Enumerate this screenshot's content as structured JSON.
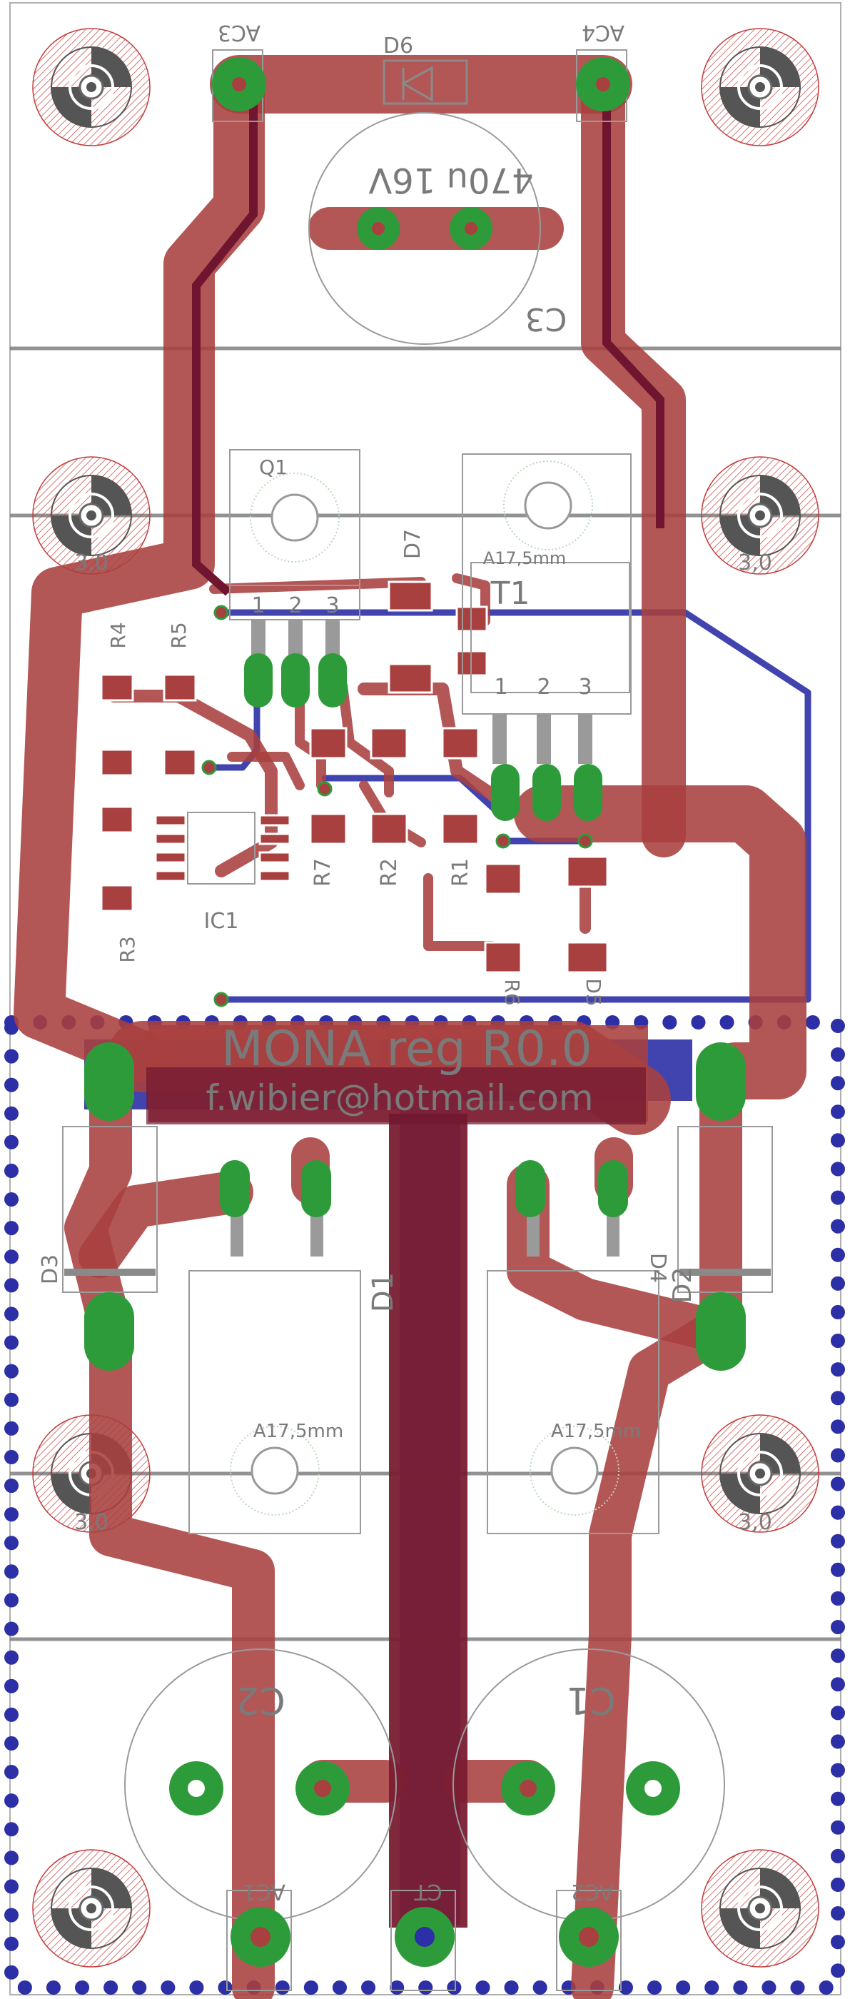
{
  "board": {
    "title": "MONA reg R0.0",
    "author": "f.wibier@hotmail.com"
  },
  "colors": {
    "top_copper": "#a8403f",
    "bottom_copper": "#2c2fa6",
    "via_pad": "#2e9b3a",
    "silkscreen": "#8a8a8a",
    "mount_dark": "#555555",
    "mount_hatch": "#c43c3c"
  },
  "connectors": {
    "ac3": "AC3",
    "ac4": "AC4",
    "ac1": "AC1",
    "ct": "CT",
    "ac2": "AC2"
  },
  "components": {
    "d6": "D6",
    "c3_value": "470u 16V",
    "c3": "C3",
    "q1": "Q1",
    "d7": "D7",
    "t1": "T1",
    "t1_heatsink": "A17,5mm",
    "r4": "R4",
    "r5": "R5",
    "r3": "R3",
    "ic1": "IC1",
    "r7": "R7",
    "r2": "R2",
    "r1": "R1",
    "r6": "R6",
    "d5": "D5",
    "d3": "D3",
    "d1": "D1",
    "d4": "D4",
    "d2": "D2",
    "heatsink_left": "A17,5mm",
    "heatsink_right": "A17,5mm",
    "c2": "C2",
    "c1": "C1"
  },
  "pin_numbers": {
    "q1": [
      "1",
      "2",
      "3"
    ],
    "t1": [
      "1",
      "2",
      "3"
    ]
  },
  "mounting_holes": {
    "labels": [
      "3,0",
      "3,0",
      "3,0",
      "3,0"
    ]
  }
}
